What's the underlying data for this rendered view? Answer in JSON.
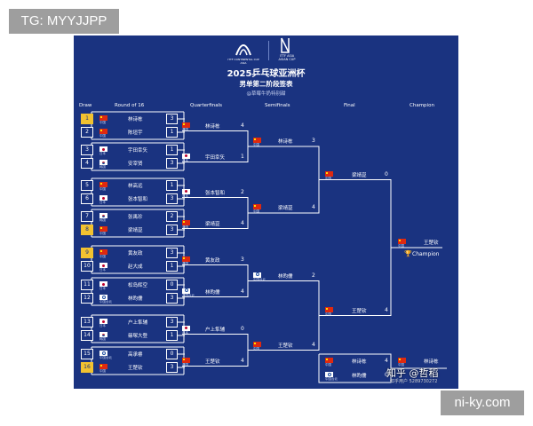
{
  "watermarks": {
    "top_left": "TG: MYYJJPP",
    "bottom_right": "ni-ky.com"
  },
  "event": {
    "logo_left_text": "ITTF CONTINENTAL CUP ASIA",
    "logo_right_text": "ITTF ASIA ASIAN CUP",
    "title": "2025乒乓球亚洲杯",
    "subtitle": "男单第二阶段签表",
    "sponsor": "@草莓牛奶特别甜"
  },
  "columns": {
    "draw": "Draw",
    "r16": "Round of 16",
    "qf": "Quarterfinals",
    "sf": "Semifinals",
    "final": "Final",
    "champion": "Champion"
  },
  "round16": [
    {
      "draw": "1",
      "gold": true,
      "flag": "cn",
      "assoc": "中国",
      "name": "林诗栋",
      "seed": "3"
    },
    {
      "draw": "2",
      "gold": false,
      "flag": "cn",
      "assoc": "中国",
      "name": "陈垣宇",
      "seed": "1"
    },
    {
      "draw": "3",
      "gold": false,
      "flag": "jp",
      "assoc": "日本",
      "name": "宇田幸矢",
      "seed": "1"
    },
    {
      "draw": "4",
      "gold": false,
      "flag": "kr",
      "assoc": "韩国",
      "name": "安宰贤",
      "seed": "3"
    },
    {
      "draw": "5",
      "gold": false,
      "flag": "cn",
      "assoc": "中国",
      "name": "林高远",
      "seed": "1"
    },
    {
      "draw": "6",
      "gold": false,
      "flag": "jp",
      "assoc": "日本",
      "name": "张本智和",
      "seed": "3"
    },
    {
      "draw": "7",
      "gold": false,
      "flag": "kr",
      "assoc": "韩国",
      "name": "张禹珍",
      "seed": "2"
    },
    {
      "draw": "8",
      "gold": true,
      "flag": "cn",
      "assoc": "中国",
      "name": "梁靖崑",
      "seed": "3"
    },
    {
      "draw": "9",
      "gold": true,
      "flag": "cn",
      "assoc": "中国",
      "name": "黄友政",
      "seed": "3"
    },
    {
      "draw": "10",
      "gold": false,
      "flag": "jp",
      "assoc": "日本",
      "name": "赵大成",
      "seed": "1"
    },
    {
      "draw": "11",
      "gold": false,
      "flag": "jp",
      "assoc": "日本",
      "name": "松岛辉空",
      "seed": "0"
    },
    {
      "draw": "12",
      "gold": false,
      "flag": "tw",
      "assoc": "中国台北",
      "name": "林昀儒",
      "seed": "3"
    },
    {
      "draw": "13",
      "gold": false,
      "flag": "jp",
      "assoc": "日本",
      "name": "户上隼辅",
      "seed": "3"
    },
    {
      "draw": "14",
      "gold": false,
      "flag": "kr",
      "assoc": "韩国",
      "name": "篠塚大登",
      "seed": "1"
    },
    {
      "draw": "15",
      "gold": false,
      "flag": "tw",
      "assoc": "中国台北",
      "name": "高承睿",
      "seed": "0"
    },
    {
      "draw": "16",
      "gold": true,
      "flag": "cn",
      "assoc": "中国",
      "name": "王楚钦",
      "seed": "3"
    }
  ],
  "quarterfinals": [
    {
      "flag": "cn",
      "assoc": "中国",
      "name": "林诗栋",
      "score": "4"
    },
    {
      "flag": "jp",
      "assoc": "日本",
      "name": "宇田幸矢",
      "score": "1"
    },
    {
      "flag": "jp",
      "assoc": "日本",
      "name": "张本智和",
      "score": "2"
    },
    {
      "flag": "cn",
      "assoc": "中国",
      "name": "梁靖崑",
      "score": "4"
    },
    {
      "flag": "cn",
      "assoc": "中国",
      "name": "黄友政",
      "score": "3"
    },
    {
      "flag": "tw",
      "assoc": "中国台北",
      "name": "林昀儒",
      "score": "4"
    },
    {
      "flag": "jp",
      "assoc": "日本",
      "name": "户上隼辅",
      "score": "0"
    },
    {
      "flag": "cn",
      "assoc": "中国",
      "name": "王楚钦",
      "score": "4"
    }
  ],
  "semifinals": [
    {
      "flag": "cn",
      "assoc": "中国",
      "name": "林诗栋",
      "score": "3"
    },
    {
      "flag": "cn",
      "assoc": "中国",
      "name": "梁靖崑",
      "score": "4"
    },
    {
      "flag": "tw",
      "assoc": "中国台北",
      "name": "林昀儒",
      "score": "2"
    },
    {
      "flag": "cn",
      "assoc": "中国",
      "name": "王楚钦",
      "score": "4"
    }
  ],
  "final": [
    {
      "flag": "cn",
      "assoc": "中国",
      "name": "梁靖崑",
      "score": "0"
    },
    {
      "flag": "cn",
      "assoc": "中国",
      "name": "王楚钦",
      "score": "4"
    }
  ],
  "champion": {
    "flag": "cn",
    "assoc": "中国",
    "name": "王楚钦",
    "label": "Champion"
  },
  "third_place": [
    {
      "flag": "cn",
      "assoc": "中国",
      "name": "林诗栋",
      "score": "4"
    },
    {
      "flag": "tw",
      "assoc": "中国台北",
      "name": "林昀儒",
      "score": "0"
    }
  ],
  "third_place_winner": {
    "flag": "cn",
    "assoc": "中国",
    "name": "林诗栋"
  },
  "overlay": {
    "zhihu": "知乎 @哲稻",
    "zhihu_id": "知乎用户 5289730272"
  }
}
